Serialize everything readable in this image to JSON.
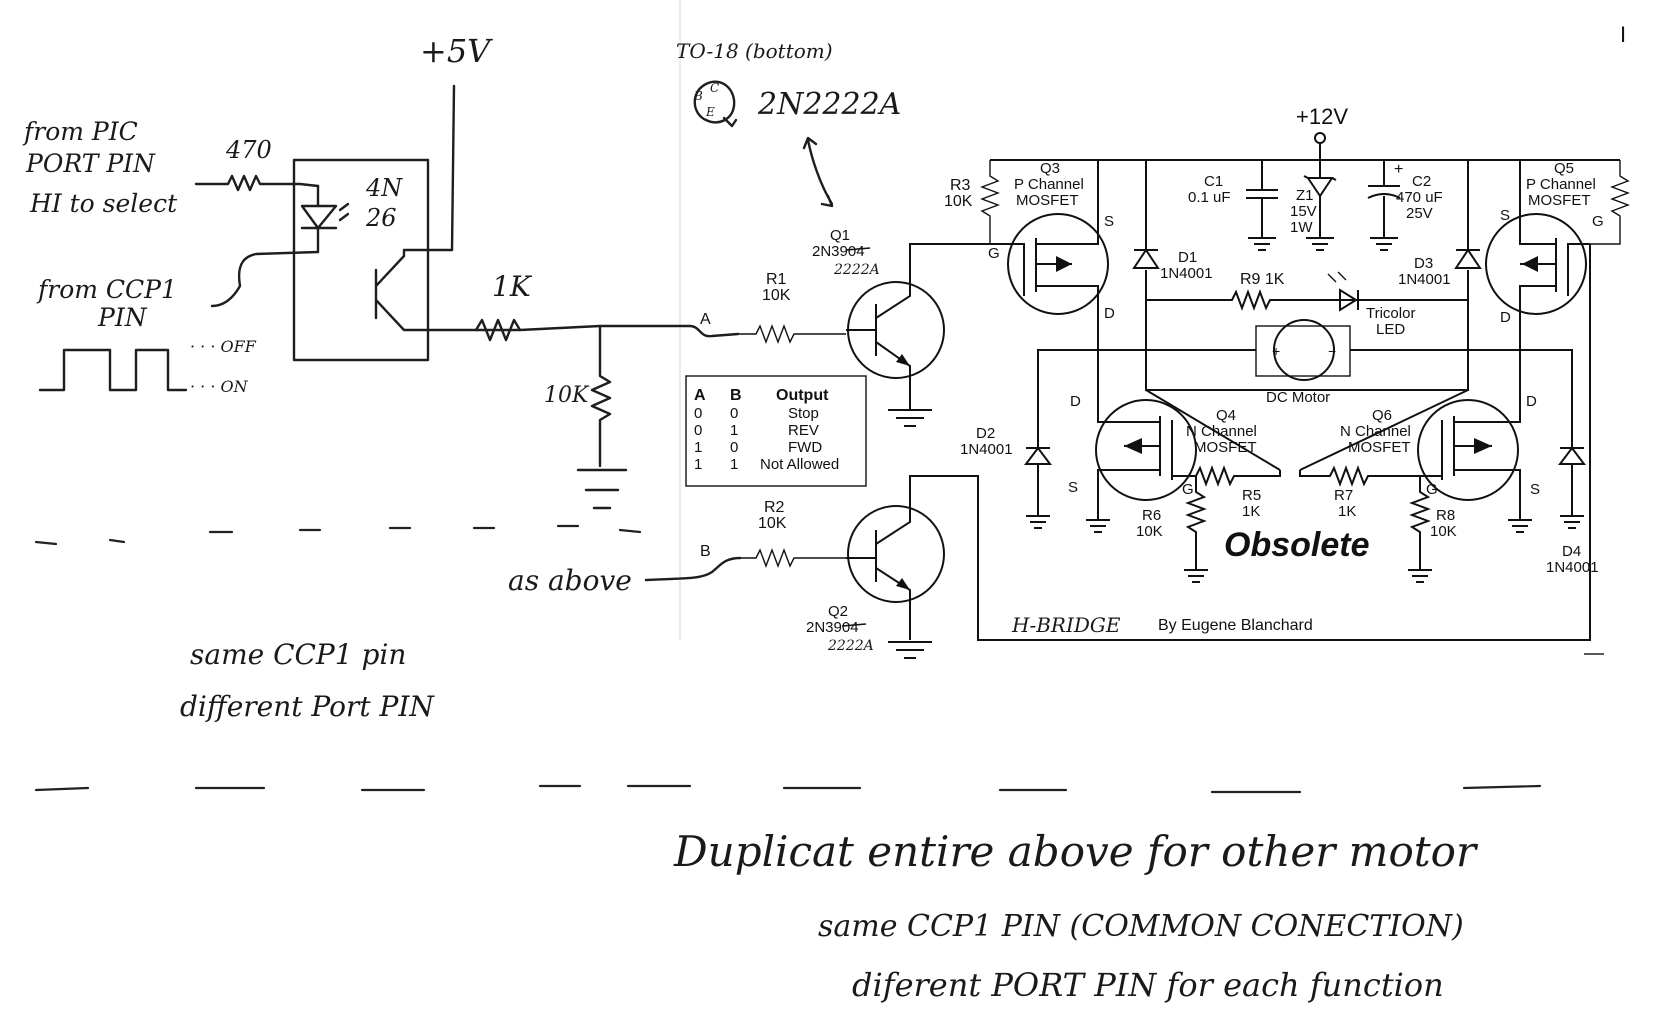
{
  "corner_mark": "I",
  "handwritten": {
    "v5": "+5V",
    "from_pic_l1": "from PIC",
    "from_pic_l2": "PORT PIN",
    "from_pic_l3": "HI to select",
    "r470": "470",
    "opto_l1": "4N",
    "opto_l2": "26",
    "from_ccp_l1": "from CCP1",
    "from_ccp_l2": "PIN",
    "off": "OFF",
    "on": "ON",
    "r1k": "1K",
    "r10k": "10K",
    "to18": "TO-18 (bottom)",
    "pin_b": "B",
    "pin_c": "C",
    "pin_e": "E",
    "part": "2N2222A",
    "q1_fix": "2222A",
    "q2_fix": "2222A",
    "as_above": "as above",
    "same_l1": "same CCP1 pin",
    "same_l2": "different Port PIN",
    "hbridge": "H-BRIDGE",
    "dup_l1": "Duplicat entire above for other motor",
    "dup_l2": "same CCP1 PIN (COMMON CONECTION)",
    "dup_l3": "diferent PORT PIN for each function"
  },
  "printed": {
    "v12": "+12V",
    "in_a": "A",
    "in_b": "B",
    "r1_name": "R1",
    "r1_val": "10K",
    "r2_name": "R2",
    "r2_val": "10K",
    "r3_name": "R3",
    "r3_val": "10K",
    "r5_name": "R5",
    "r5_val": "1K",
    "r6_name": "R6",
    "r6_val": "10K",
    "r7_name": "R7",
    "r7_val": "1K",
    "r8_name": "R8",
    "r8_val": "10K",
    "r9": "R9  1K",
    "q1_name": "Q1",
    "q1_part": "2N3904",
    "q2_name": "Q2",
    "q2_part": "2N3904",
    "q3_name": "Q3",
    "q3_l1": "P Channel",
    "q3_l2": "MOSFET",
    "q4_name": "Q4",
    "q4_l1": "N Channel",
    "q4_l2": "MOSFET",
    "q5_name": "Q5",
    "q5_l1": "P Channel",
    "q5_l2": "MOSFET",
    "q6_name": "Q6",
    "q6_l1": "N Channel",
    "q6_l2": "MOSFET",
    "c1_name": "C1",
    "c1_val": "0.1 uF",
    "c2_name": "C2",
    "c2_val": "470 uF",
    "c2_v": "25V",
    "c2_plus": "+",
    "z1_name": "Z1",
    "z1_v": "15V",
    "z1_w": "1W",
    "d1_name": "D1",
    "d1_part": "1N4001",
    "d2_name": "D2",
    "d2_part": "1N4001",
    "d3_name": "D3",
    "d3_part": "1N4001",
    "d4_name": "D4",
    "d4_part": "1N4001",
    "led_l1": "Tricolor",
    "led_l2": "LED",
    "motor": "DC Motor",
    "pin_s": "S",
    "pin_d": "D",
    "pin_g": "G",
    "obsolete": "Obsolete",
    "author": "By Eugene Blanchard"
  },
  "truth_table": {
    "headers": [
      "A",
      "B",
      "Output"
    ],
    "rows": [
      [
        "0",
        "0",
        "Stop"
      ],
      [
        "0",
        "1",
        "REV"
      ],
      [
        "1",
        "0",
        "FWD"
      ],
      [
        "1",
        "1",
        "Not Allowed"
      ]
    ]
  }
}
